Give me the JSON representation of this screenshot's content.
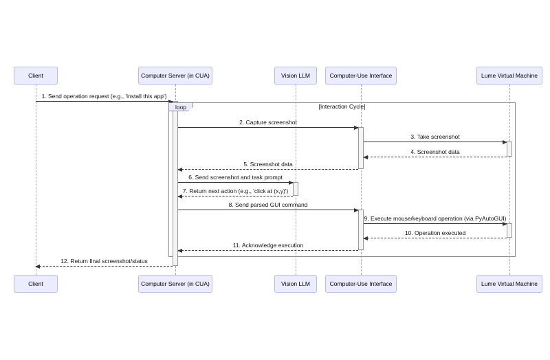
{
  "diagram": {
    "participants": [
      {
        "id": "client",
        "label": "Client"
      },
      {
        "id": "server",
        "label": "Computer Server (in CUA)"
      },
      {
        "id": "vision",
        "label": "Vision LLM"
      },
      {
        "id": "cui",
        "label": "Computer-Use Interface"
      },
      {
        "id": "lume",
        "label": "Lume Virtual Machine"
      }
    ],
    "loop": {
      "operator": "loop",
      "condition": "[Interaction Cycle]"
    },
    "messages": [
      {
        "label": "1. Send operation request (e.g., 'install this app')",
        "from": "client",
        "to": "server",
        "line": "solid"
      },
      {
        "label": "2. Capture screenshot",
        "from": "server",
        "to": "cui",
        "line": "solid"
      },
      {
        "label": "3. Take screenshot",
        "from": "cui",
        "to": "lume",
        "line": "solid"
      },
      {
        "label": "4. Screenshot data",
        "from": "lume",
        "to": "cui",
        "line": "dashed"
      },
      {
        "label": "5. Screenshot data",
        "from": "cui",
        "to": "server",
        "line": "dashed"
      },
      {
        "label": "6. Send screenshot and task prompt",
        "from": "server",
        "to": "vision",
        "line": "solid"
      },
      {
        "label": "7. Return next action (e.g., 'click at (x,y)')",
        "from": "vision",
        "to": "server",
        "line": "dashed"
      },
      {
        "label": "8. Send parsed GUI command",
        "from": "server",
        "to": "cui",
        "line": "solid"
      },
      {
        "label": "9. Execute mouse/keyboard operation (via PyAutoGUI)",
        "from": "cui",
        "to": "lume",
        "line": "solid"
      },
      {
        "label": "10. Operation executed",
        "from": "lume",
        "to": "cui",
        "line": "dashed"
      },
      {
        "label": "11. Acknowledge execution",
        "from": "cui",
        "to": "server",
        "line": "dashed"
      },
      {
        "label": "12. Return final screenshot/status",
        "from": "server",
        "to": "client",
        "line": "dashed"
      }
    ],
    "colors": {
      "actor_fill": "#ECECFF",
      "actor_border": "#B9B9E6",
      "message_line": "#333333",
      "lifeline": "#A6A6A6",
      "frame_border": "#8C8C8C",
      "activation_fill": "#F4F4F4"
    }
  }
}
